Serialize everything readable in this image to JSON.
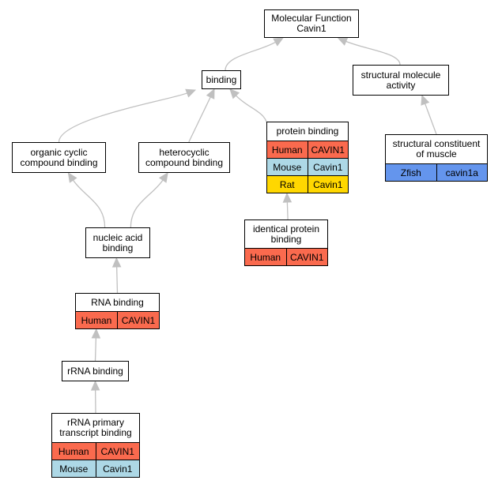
{
  "colors": {
    "edge": "#c0c0c0",
    "human": "#fa6a4e",
    "mouse": "#add8e6",
    "rat": "#ffd700",
    "zfish": "#6495ed"
  },
  "nodes": {
    "molecular_function": {
      "label": "Molecular Function\nCavin1"
    },
    "binding": {
      "label": "binding"
    },
    "structural_molecule_activity": {
      "label": "structural molecule\nactivity"
    },
    "organic_cyclic_compound_binding": {
      "label": "organic cyclic\ncompound binding"
    },
    "heterocyclic_compound_binding": {
      "label": "heterocyclic\ncompound binding"
    },
    "protein_binding": {
      "label": "protein binding",
      "annotations": [
        {
          "species": "Human",
          "gene": "CAVIN1",
          "color": "#fa6a4e"
        },
        {
          "species": "Mouse",
          "gene": "Cavin1",
          "color": "#add8e6"
        },
        {
          "species": "Rat",
          "gene": "Cavin1",
          "color": "#ffd700"
        }
      ]
    },
    "structural_constituent_of_muscle": {
      "label": "structural constituent\nof muscle",
      "annotations": [
        {
          "species": "Zfish",
          "gene": "cavin1a",
          "color": "#6495ed"
        }
      ]
    },
    "nucleic_acid_binding": {
      "label": "nucleic acid\nbinding"
    },
    "identical_protein_binding": {
      "label": "identical protein\nbinding",
      "annotations": [
        {
          "species": "Human",
          "gene": "CAVIN1",
          "color": "#fa6a4e"
        }
      ]
    },
    "rna_binding": {
      "label": "RNA binding",
      "annotations": [
        {
          "species": "Human",
          "gene": "CAVIN1",
          "color": "#fa6a4e"
        }
      ]
    },
    "rrna_binding": {
      "label": "rRNA binding"
    },
    "rrna_primary_transcript_binding": {
      "label": "rRNA primary\ntranscript binding",
      "annotations": [
        {
          "species": "Human",
          "gene": "CAVIN1",
          "color": "#fa6a4e"
        },
        {
          "species": "Mouse",
          "gene": "Cavin1",
          "color": "#add8e6"
        }
      ]
    }
  },
  "edges": [
    {
      "from": "binding",
      "to": "molecular_function"
    },
    {
      "from": "structural_molecule_activity",
      "to": "molecular_function"
    },
    {
      "from": "organic_cyclic_compound_binding",
      "to": "binding"
    },
    {
      "from": "heterocyclic_compound_binding",
      "to": "binding"
    },
    {
      "from": "protein_binding",
      "to": "binding"
    },
    {
      "from": "structural_constituent_of_muscle",
      "to": "structural_molecule_activity"
    },
    {
      "from": "nucleic_acid_binding",
      "to": "organic_cyclic_compound_binding"
    },
    {
      "from": "nucleic_acid_binding",
      "to": "heterocyclic_compound_binding"
    },
    {
      "from": "identical_protein_binding",
      "to": "protein_binding"
    },
    {
      "from": "rna_binding",
      "to": "nucleic_acid_binding"
    },
    {
      "from": "rrna_binding",
      "to": "rna_binding"
    },
    {
      "from": "rrna_primary_transcript_binding",
      "to": "rrna_binding"
    }
  ]
}
